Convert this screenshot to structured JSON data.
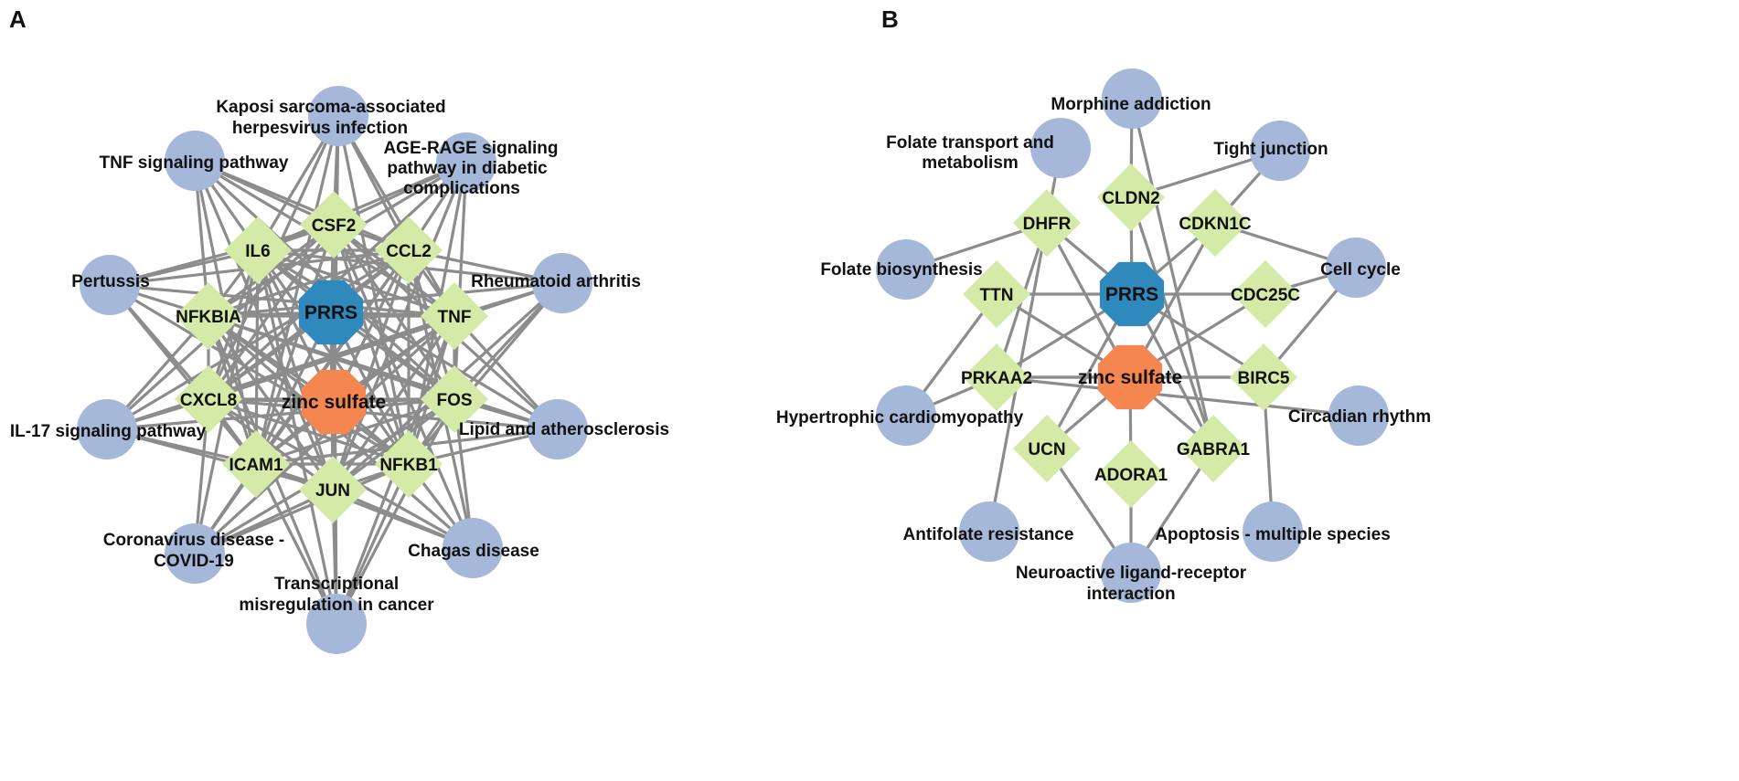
{
  "colors": {
    "pathway_node": "#a5b8da",
    "gene_node": "#d4eaa6",
    "prrs_node": "#2f89bd",
    "zinc_node": "#f5864f",
    "edge": "#8c8c8c"
  },
  "panels": [
    {
      "id": "A",
      "label": "A",
      "hubs": [
        {
          "id": "PRRS",
          "label": "PRRS",
          "kind": "prrs"
        },
        {
          "id": "ZS",
          "label": "zinc sulfate",
          "kind": "zinc"
        }
      ],
      "genes": [
        {
          "id": "CSF2",
          "label": "CSF2"
        },
        {
          "id": "IL6",
          "label": "IL6"
        },
        {
          "id": "CCL2",
          "label": "CCL2"
        },
        {
          "id": "NFKBIA",
          "label": "NFKBIA"
        },
        {
          "id": "TNF",
          "label": "TNF"
        },
        {
          "id": "CXCL8",
          "label": "CXCL8"
        },
        {
          "id": "FOS",
          "label": "FOS"
        },
        {
          "id": "ICAM1",
          "label": "ICAM1"
        },
        {
          "id": "NFKB1",
          "label": "NFKB1"
        },
        {
          "id": "JUN",
          "label": "JUN"
        }
      ],
      "pathways": [
        {
          "id": "KSHV",
          "label": [
            "Kaposi sarcoma-associated",
            "herpesvirus infection"
          ]
        },
        {
          "id": "AGE",
          "label": [
            "AGE-RAGE signaling",
            "pathway in diabetic",
            "complications"
          ]
        },
        {
          "id": "TNFP",
          "label": [
            "TNF signaling pathway"
          ]
        },
        {
          "id": "PERT",
          "label": [
            "Pertussis"
          ]
        },
        {
          "id": "RA",
          "label": [
            "Rheumatoid arthritis"
          ]
        },
        {
          "id": "IL17",
          "label": [
            "IL-17 signaling pathway"
          ]
        },
        {
          "id": "LIPID",
          "label": [
            "Lipid and atherosclerosis"
          ]
        },
        {
          "id": "COVID",
          "label": [
            "Coronavirus disease -",
            "COVID-19"
          ]
        },
        {
          "id": "CHAGAS",
          "label": [
            "Chagas disease"
          ]
        },
        {
          "id": "TRANS",
          "label": [
            "Transcriptional",
            "misregulation in cancer"
          ]
        }
      ],
      "edges": "dense"
    },
    {
      "id": "B",
      "label": "B",
      "hubs": [
        {
          "id": "PRRS",
          "label": "PRRS",
          "kind": "prrs"
        },
        {
          "id": "ZS",
          "label": "zinc sulfate",
          "kind": "zinc"
        }
      ],
      "genes": [
        {
          "id": "CLDN2",
          "label": "CLDN2"
        },
        {
          "id": "DHFR",
          "label": "DHFR"
        },
        {
          "id": "CDKN1C",
          "label": "CDKN1C"
        },
        {
          "id": "TTN",
          "label": "TTN"
        },
        {
          "id": "CDC25C",
          "label": "CDC25C"
        },
        {
          "id": "PRKAA2",
          "label": "PRKAA2"
        },
        {
          "id": "BIRC5",
          "label": "BIRC5"
        },
        {
          "id": "UCN",
          "label": "UCN"
        },
        {
          "id": "GABRA1",
          "label": "GABRA1"
        },
        {
          "id": "ADORA1",
          "label": "ADORA1"
        }
      ],
      "pathways": [
        {
          "id": "MORPH",
          "label": [
            "Morphine addiction"
          ]
        },
        {
          "id": "FOLT",
          "label": [
            "Folate transport and",
            "metabolism"
          ]
        },
        {
          "id": "TIGHT",
          "label": [
            "Tight junction"
          ]
        },
        {
          "id": "FOLB",
          "label": [
            "Folate biosynthesis"
          ]
        },
        {
          "id": "CELL",
          "label": [
            "Cell cycle"
          ]
        },
        {
          "id": "HCM",
          "label": [
            "Hypertrophic cardiomyopathy"
          ]
        },
        {
          "id": "CIRC",
          "label": [
            "Circadian rhythm"
          ]
        },
        {
          "id": "ANTI",
          "label": [
            "Antifolate resistance"
          ]
        },
        {
          "id": "APOP",
          "label": [
            "Apoptosis - multiple species"
          ]
        },
        {
          "id": "NEURO",
          "label": [
            "Neuroactive ligand-receptor",
            "interaction"
          ]
        }
      ],
      "edges": [
        [
          "PRRS",
          "CLDN2"
        ],
        [
          "PRRS",
          "DHFR"
        ],
        [
          "PRRS",
          "CDKN1C"
        ],
        [
          "PRRS",
          "TTN"
        ],
        [
          "PRRS",
          "CDC25C"
        ],
        [
          "PRRS",
          "PRKAA2"
        ],
        [
          "PRRS",
          "BIRC5"
        ],
        [
          "PRRS",
          "GABRA1"
        ],
        [
          "PRRS",
          "UCN"
        ],
        [
          "ZS",
          "DHFR"
        ],
        [
          "ZS",
          "CDKN1C"
        ],
        [
          "ZS",
          "TTN"
        ],
        [
          "ZS",
          "PRKAA2"
        ],
        [
          "ZS",
          "BIRC5"
        ],
        [
          "ZS",
          "UCN"
        ],
        [
          "ZS",
          "ADORA1"
        ],
        [
          "ZS",
          "GABRA1"
        ],
        [
          "ZS",
          "CDC25C"
        ],
        [
          "CLDN2",
          "MORPH"
        ],
        [
          "CLDN2",
          "TIGHT"
        ],
        [
          "CLDN2",
          "GABRA1"
        ],
        [
          "DHFR",
          "FOLT"
        ],
        [
          "DHFR",
          "FOLB"
        ],
        [
          "DHFR",
          "ANTI"
        ],
        [
          "DHFR",
          "PRKAA2"
        ],
        [
          "CDKN1C",
          "CELL"
        ],
        [
          "CDKN1C",
          "TIGHT"
        ],
        [
          "TTN",
          "HCM"
        ],
        [
          "CDC25C",
          "CELL"
        ],
        [
          "PRKAA2",
          "HCM"
        ],
        [
          "PRKAA2",
          "CIRC"
        ],
        [
          "PRKAA2",
          "BIRC5"
        ],
        [
          "BIRC5",
          "APOP"
        ],
        [
          "BIRC5",
          "CELL"
        ],
        [
          "UCN",
          "NEURO"
        ],
        [
          "ADORA1",
          "NEURO"
        ],
        [
          "GABRA1",
          "NEURO"
        ],
        [
          "GABRA1",
          "MORPH"
        ]
      ]
    }
  ]
}
